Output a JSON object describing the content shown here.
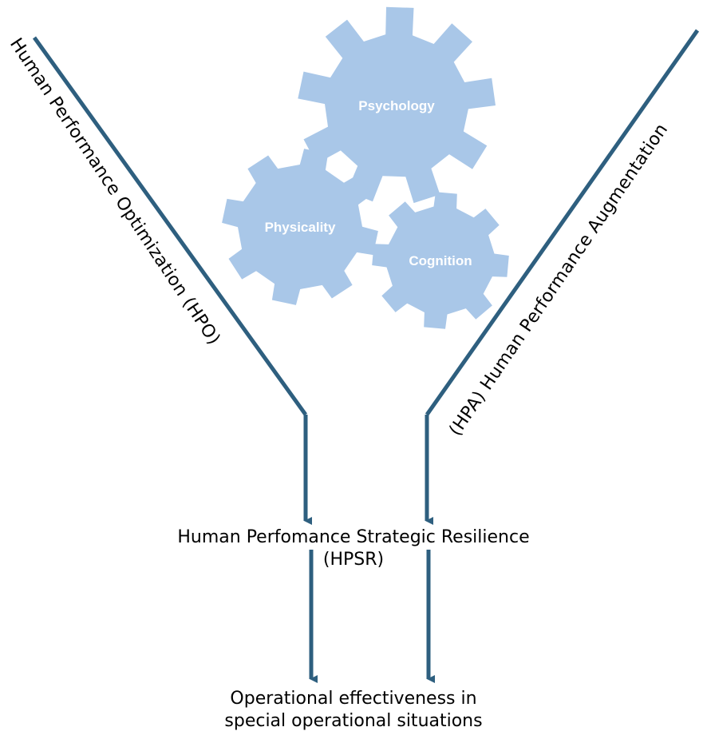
{
  "colors": {
    "line": "#2e5f7f",
    "gear": "#a9c7e8",
    "gear_text": "#ffffff",
    "text": "#000000"
  },
  "left_branch": {
    "label": "Human Performance Optimization (HPO)"
  },
  "right_branch": {
    "label": "(HPA) Human Performance Augmentation"
  },
  "gears": {
    "psychology": {
      "label": "Psychology"
    },
    "physicality": {
      "label": "Physicality"
    },
    "cognition": {
      "label": "Cognition"
    }
  },
  "center": {
    "line1": "Human Perfomance Strategic Resilience",
    "line2": "(HPSR)"
  },
  "outcome": {
    "line1": "Operational effectiveness in",
    "line2": "special operational situations"
  }
}
